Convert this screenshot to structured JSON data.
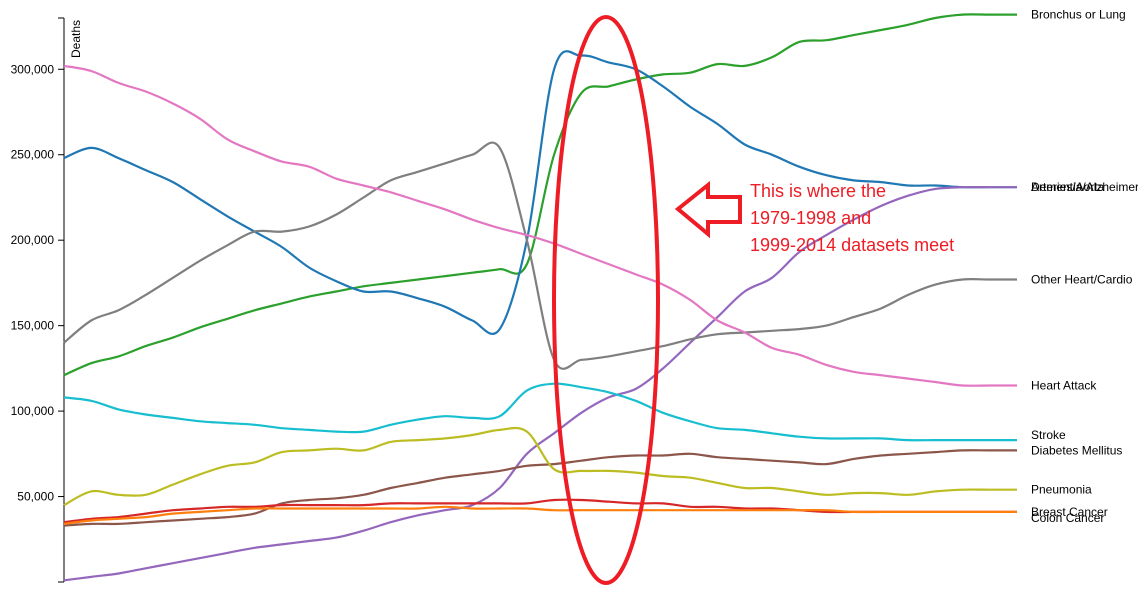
{
  "chart_data": {
    "type": "line",
    "title": "",
    "xlabel": "",
    "ylabel": "Deaths",
    "ylim": [
      0,
      330000
    ],
    "yticks": [
      50000,
      100000,
      150000,
      200000,
      250000,
      300000
    ],
    "ytick_labels": [
      "50,000",
      "100,000",
      "150,000",
      "200,000",
      "250,000",
      "300,000"
    ],
    "x": [
      1979,
      1980,
      1981,
      1982,
      1983,
      1984,
      1985,
      1986,
      1987,
      1988,
      1989,
      1990,
      1991,
      1992,
      1993,
      1994,
      1995,
      1996,
      1997,
      1998,
      1999,
      2000,
      2001,
      2002,
      2003,
      2004,
      2005,
      2006,
      2007,
      2008,
      2009,
      2010,
      2011,
      2012,
      2013,
      2014
    ],
    "xlim": [
      1979,
      2014
    ],
    "grid": false,
    "legend": "none",
    "series": [
      {
        "name": "Bronchus or Lung",
        "color": "#2ca02c",
        "label_offset": 0,
        "values": [
          121000,
          128000,
          132000,
          138000,
          143000,
          149000,
          154000,
          159000,
          163000,
          167000,
          170000,
          173000,
          175000,
          177000,
          179000,
          181000,
          183000,
          186000,
          250000,
          286000,
          290000,
          294000,
          297000,
          298000,
          303000,
          302000,
          307000,
          316000,
          317000,
          320000,
          323000,
          326000,
          330000,
          332000,
          332000,
          332000
        ]
      },
      {
        "name": "Arteries/Aorta",
        "color": "#1f77b4",
        "label_offset": 0,
        "values": [
          248000,
          254000,
          248000,
          241000,
          234000,
          224000,
          214000,
          205000,
          196000,
          184000,
          176000,
          170000,
          170000,
          166000,
          161000,
          153000,
          148000,
          200000,
          300000,
          308000,
          304000,
          300000,
          290000,
          278000,
          268000,
          256000,
          250000,
          243000,
          238000,
          235000,
          234000,
          232000,
          232000,
          231000,
          231000,
          231000
        ]
      },
      {
        "name": "Dementia/Alzheimer",
        "color": "#9467bd",
        "label_offset": 0,
        "values": [
          1000,
          3000,
          5000,
          8000,
          11000,
          14000,
          17000,
          20000,
          22000,
          24000,
          26000,
          30000,
          35000,
          39000,
          42000,
          45000,
          55000,
          75000,
          87000,
          99000,
          108000,
          113000,
          125000,
          140000,
          155000,
          170000,
          178000,
          193000,
          203000,
          212000,
          220000,
          226000,
          230000,
          231000,
          231000,
          231000
        ]
      },
      {
        "name": "Other Heart/Cardio",
        "color": "#7f7f7f",
        "label_offset": 0,
        "values": [
          140000,
          153000,
          159000,
          168000,
          178000,
          188000,
          197000,
          205000,
          205000,
          208000,
          215000,
          225000,
          235000,
          240000,
          245000,
          250000,
          254000,
          200000,
          130000,
          130000,
          132000,
          135000,
          138000,
          142000,
          145000,
          146000,
          147000,
          148000,
          150000,
          155000,
          160000,
          168000,
          174000,
          177000,
          177000,
          177000
        ]
      },
      {
        "name": "Heart Attack",
        "color": "#e377c2",
        "label_offset": 0,
        "values": [
          302000,
          299000,
          292000,
          287000,
          280000,
          271000,
          259000,
          252000,
          246000,
          243000,
          236000,
          232000,
          228000,
          223000,
          218000,
          212000,
          207000,
          203000,
          198000,
          192000,
          186000,
          180000,
          174000,
          165000,
          153000,
          146000,
          137000,
          133000,
          127000,
          123000,
          121000,
          119000,
          117000,
          115000,
          115000,
          115000
        ]
      },
      {
        "name": "Stroke",
        "color": "#17becf",
        "label_offset": -5,
        "values": [
          108000,
          106000,
          101000,
          98000,
          96000,
          94000,
          93000,
          92000,
          90000,
          89000,
          88000,
          88000,
          92000,
          95000,
          97000,
          96000,
          97000,
          112000,
          116000,
          114000,
          111000,
          106000,
          99000,
          94000,
          90000,
          89000,
          87000,
          85000,
          84000,
          84000,
          84000,
          83000,
          83000,
          83000,
          83000,
          83000
        ]
      },
      {
        "name": "Diabetes Mellitus",
        "color": "#8c564b",
        "label_offset": 0,
        "values": [
          33000,
          34000,
          34000,
          35000,
          36000,
          37000,
          38000,
          40000,
          46000,
          48000,
          49000,
          51000,
          55000,
          58000,
          61000,
          63000,
          65000,
          68000,
          69000,
          71000,
          73000,
          74000,
          74000,
          75000,
          73000,
          72000,
          71000,
          70000,
          69000,
          72000,
          74000,
          75000,
          76000,
          77000,
          77000,
          77000
        ]
      },
      {
        "name": "Pneumonia",
        "color": "#bcbd22",
        "label_offset": 0,
        "values": [
          45000,
          53000,
          51000,
          51000,
          57000,
          63000,
          68000,
          70000,
          76000,
          77000,
          78000,
          77000,
          82000,
          83000,
          84000,
          86000,
          89000,
          88000,
          66000,
          65000,
          65000,
          64000,
          62000,
          61000,
          58000,
          55000,
          55000,
          53000,
          51000,
          52000,
          52000,
          51000,
          53000,
          54000,
          54000,
          54000
        ]
      },
      {
        "name": "Breast Cancer",
        "color": "#d62728",
        "label_offset": 0,
        "values": [
          35000,
          37000,
          38000,
          40000,
          42000,
          43000,
          44000,
          44000,
          45000,
          45000,
          45000,
          45000,
          46000,
          46000,
          46000,
          46000,
          46000,
          46000,
          48000,
          48000,
          47000,
          46000,
          46000,
          44000,
          44000,
          43000,
          43000,
          42000,
          41000,
          41000,
          41000,
          41000,
          41000,
          41000,
          41000,
          41000
        ]
      },
      {
        "name": "Colon Cancer",
        "color": "#ff7f0e",
        "label_offset": 6,
        "values": [
          34000,
          36000,
          37000,
          38000,
          40000,
          41000,
          42000,
          43000,
          43000,
          43000,
          43000,
          43000,
          43000,
          43000,
          44000,
          43000,
          43000,
          43000,
          42000,
          42000,
          42000,
          42000,
          42000,
          42000,
          42000,
          42000,
          42000,
          42000,
          42000,
          41000,
          41000,
          41000,
          41000,
          41000,
          41000,
          41000
        ]
      }
    ],
    "annotation": {
      "lines": [
        "This is where the",
        "1979-1998 and",
        "1999-2014 datasets meet"
      ],
      "color": "#ee1c24"
    }
  }
}
